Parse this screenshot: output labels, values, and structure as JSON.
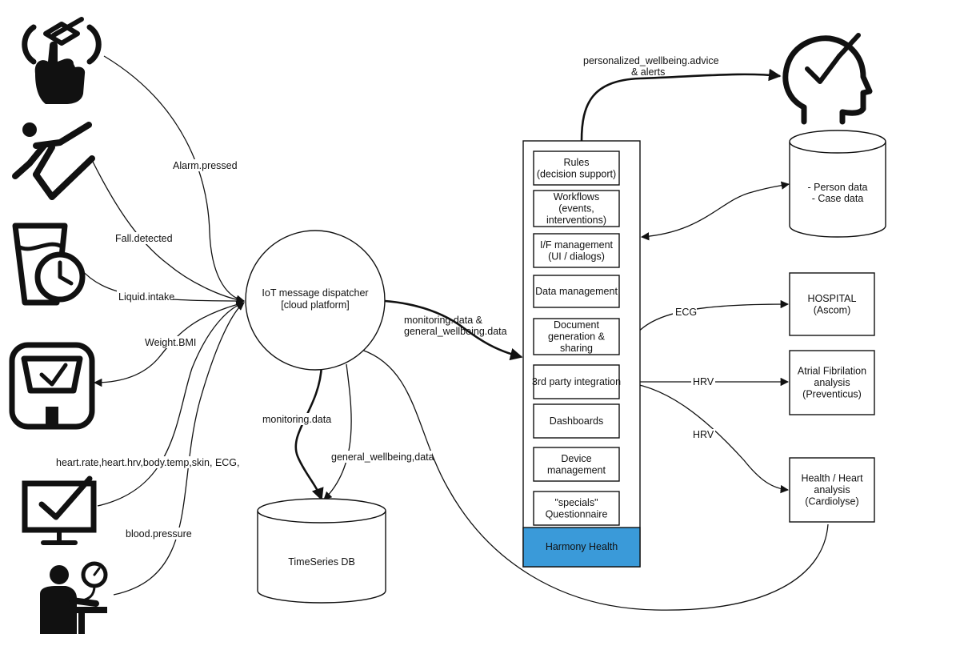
{
  "dispatcher": {
    "line1": "IoT message dispatcher",
    "line2": "[cloud platform]"
  },
  "timeseries_db": {
    "label": "TimeSeries DB"
  },
  "person_db": {
    "line1": "- Person data",
    "line2": "- Case data"
  },
  "harmony": {
    "footer": "Harmony  Health",
    "footer_color": "#3a9ad9",
    "modules": [
      {
        "lines": [
          "Rules",
          "(decision support)"
        ]
      },
      {
        "lines": [
          "Workflows",
          "(events,",
          "interventions)"
        ]
      },
      {
        "lines": [
          "I/F management",
          "(UI / dialogs)"
        ]
      },
      {
        "lines": [
          "Data management"
        ]
      },
      {
        "lines": [
          "Document",
          "generation &",
          "sharing"
        ]
      },
      {
        "lines": [
          "3rd party integration"
        ]
      },
      {
        "lines": [
          "Dashboards"
        ]
      },
      {
        "lines": [
          "Device",
          "management"
        ]
      },
      {
        "lines": [
          "\"specials\"",
          "Questionnaire"
        ]
      }
    ]
  },
  "external": {
    "hospital": {
      "lines": [
        "HOSPITAL",
        "(Ascom)"
      ]
    },
    "afib": {
      "lines": [
        "Atrial Fibrilation",
        "analysis",
        "(Preventicus)"
      ]
    },
    "heart": {
      "lines": [
        "Health / Heart",
        "analysis",
        "(Cardiolyse)"
      ]
    }
  },
  "edges": {
    "alarm": "Alarm.pressed",
    "fall": "Fall.detected",
    "liquid": "Liquid.intake",
    "weight": "Weight.BMI",
    "vitals": "heart.rate,heart.hrv,body.temp,skin, ECG,",
    "bp": "blood.pressure",
    "monitoring": "monitoring.data",
    "general": "general_wellbeing,data",
    "to_harmony_1": "monitoring.data &",
    "to_harmony_2": "general_wellbeing.data",
    "advice_1": "personalized_wellbeing.advice",
    "advice_2": "& alerts",
    "ecg": "ECG",
    "hrv1": "HRV",
    "hrv2": "HRV"
  },
  "icons": [
    "alarm-button-icon",
    "fall-detection-icon",
    "liquid-intake-icon",
    "weight-scale-icon",
    "vital-monitor-icon",
    "blood-pressure-icon",
    "person-check-icon"
  ]
}
